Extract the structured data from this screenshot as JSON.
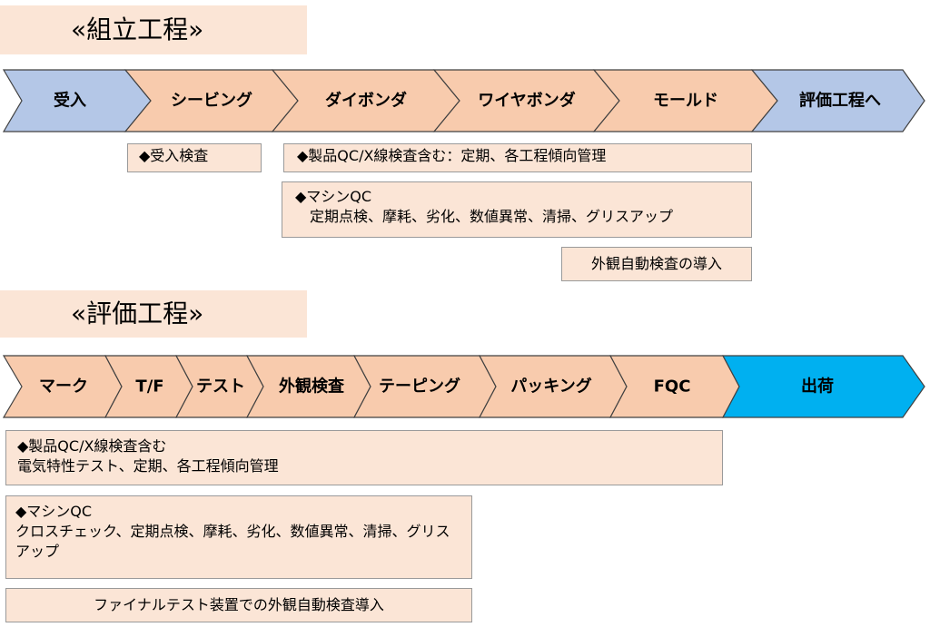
{
  "assembly": {
    "title": "«組立工程»",
    "steps": [
      "受入",
      "シービング",
      "ダイボンダ",
      "ワイヤボンダ",
      "モールド",
      "評価工程へ"
    ],
    "notes": {
      "receive_inspection": "◆受入検査",
      "product_qc": "◆製品QC/X線検査含む：定期、各工程傾向管理",
      "machine_qc": "◆マシンQC\n　定期点検、摩耗、劣化、数値異常、清掃、グリスアップ",
      "visual_auto": "外観自動検査の導入"
    }
  },
  "evaluation": {
    "title": "«評価工程»",
    "steps": [
      "マーク",
      "T/F",
      "テスト",
      "外観検査",
      "テーピング",
      "パッキング",
      "FQC",
      "出荷"
    ],
    "notes": {
      "product_qc": "◆製品QC/X線検査含む\n 電気特性テスト、定期、各工程傾向管理",
      "machine_qc": "◆マシンQC\nクロスチェック、定期点検、摩耗、劣化、数値異常、清掃、グリスアップ",
      "final_test_visual": "ファイナルテスト装置での外観自動検査導入"
    }
  },
  "colors": {
    "orange": "#f8cbad",
    "blue_gray": "#b4c7e7",
    "blue": "#00b0f0",
    "note_bg": "#fbe5d6",
    "stroke": "#404040"
  }
}
